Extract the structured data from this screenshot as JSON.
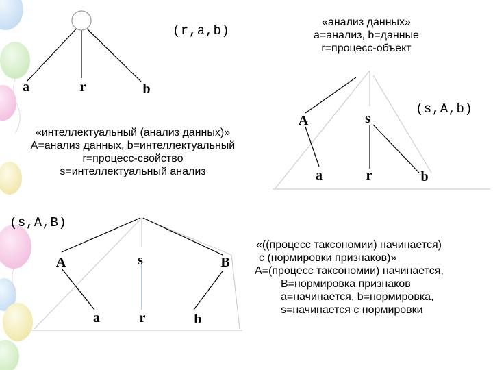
{
  "tree_top": {
    "formula": "(r,a,b)",
    "leaves": [
      "a",
      "r",
      "b"
    ]
  },
  "tree_right": {
    "formula": "(s,A,b)",
    "nodes": [
      "A",
      "s"
    ],
    "leaves": [
      "a",
      "r",
      "b"
    ],
    "description": [
      "«анализ данных»",
      "a=анализ, b=данные",
      "r=процесс-объект"
    ]
  },
  "middle_left": {
    "description": [
      "«интеллектуальный (анализ данных)»",
      "A=анализ данных, b=интеллектуальный",
      "r=процесс-свойство",
      "s=интеллектуальный анализ"
    ]
  },
  "tree_bottom": {
    "formula": "(s,A,B)",
    "nodes": [
      "A",
      "s",
      "B"
    ],
    "leaves": [
      "a",
      "r",
      "b"
    ],
    "description": [
      "«((процесс таксономии) начинается)",
      "с (нормировки признаков)»",
      "A=(процесс таксономии) начинается,",
      "B=нормировка признаков",
      "a=начинается, b=нормировка,",
      "s=начинается с нормировки"
    ]
  },
  "colors": {
    "line": "#000000",
    "triangle": "#d0d0d0",
    "balloon_pink": "#f6c6e4",
    "balloon_blue": "#cfe3f6",
    "balloon_yellow": "#f7f1c0",
    "balloon_green": "#d7f0c9"
  }
}
